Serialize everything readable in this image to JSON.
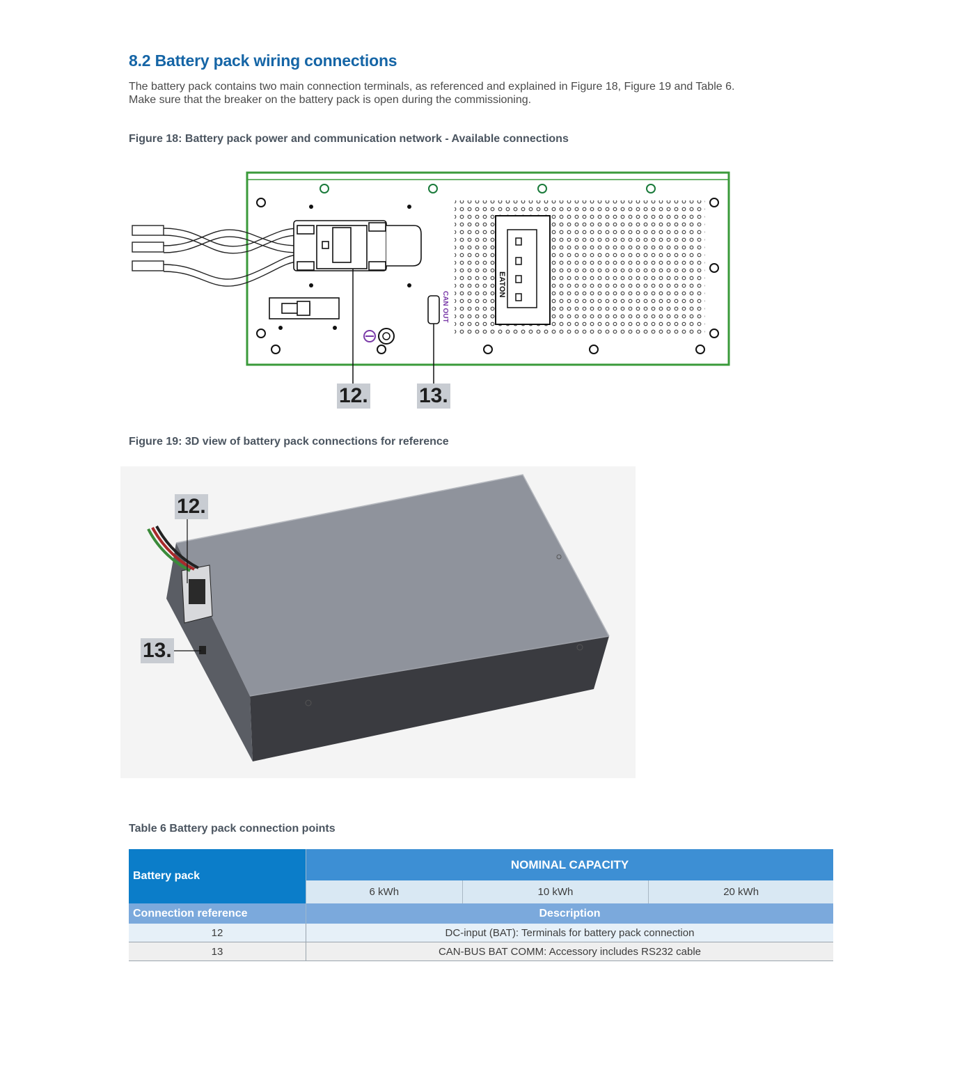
{
  "section": {
    "title": "8.2  Battery pack wiring connections",
    "intro_line1": "The battery pack contains two main connection terminals, as referenced and explained in Figure 18, Figure 19 and Table 6.",
    "intro_line2": "Make sure that the breaker on the battery pack is open during the commissioning."
  },
  "figure18": {
    "caption": "Figure 18: Battery pack power and communication network - Available connections",
    "callout_12": "12.",
    "callout_13": "13.",
    "can_label": "CAN OUT",
    "brand": "EATON"
  },
  "figure19": {
    "caption": "Figure 19: 3D view of battery pack connections for reference",
    "callout_12": "12.",
    "callout_13": "13."
  },
  "table": {
    "caption": "Table 6 Battery pack connection points",
    "header_battery_pack": "Battery pack",
    "header_nominal_capacity": "NOMINAL CAPACITY",
    "capacities": [
      "6 kWh",
      "10 kWh",
      "20 kWh"
    ],
    "header_connection_reference": "Connection reference",
    "header_description": "Description",
    "rows": [
      {
        "ref": "12",
        "description": "DC-input (BAT): Terminals for battery pack connection"
      },
      {
        "ref": "13",
        "description": "CAN-BUS BAT COMM: Accessory includes RS232 cable"
      }
    ]
  }
}
